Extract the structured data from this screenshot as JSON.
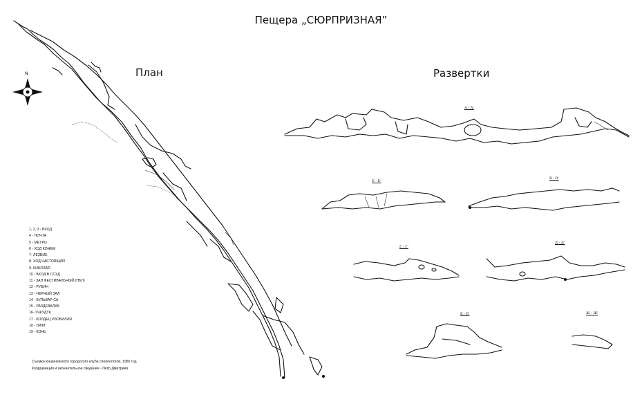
{
  "title": "Пещера „СЮРПРИЗНАЯ”",
  "plan_label": "План",
  "developments_label": "Развертки",
  "north_label": "N",
  "sections": [
    {
      "label": "А - А'"
    },
    {
      "label": "Б - Б'"
    },
    {
      "label": "В - В'"
    },
    {
      "label": "Г - Г'"
    },
    {
      "label": "Д - Д'"
    },
    {
      "label": "Е - Е'"
    },
    {
      "label": "Ж - Ж'"
    }
  ],
  "legend": [
    "1, 2, 3 - ВХОД",
    "4 - ПОЧТА",
    "5 - МЕТРО",
    "6 - ХОД КОНЕМ",
    "7- ЛЕЗВИЕ",
    "8- ХОД НАСТОЯЩИЙ",
    "9- КИНОЗАЛ",
    "10 - ВХОД В ССХД",
    "11 - ЗАЛ ФЕСТИВАЛЬНЫЙ (ПБЛ)",
    "12 - РУБИН",
    "13 - ЧЕРНЫЙ ЗАЛ",
    "14 - БУЛЬВАР СА",
    "15 - РАЗДЕВАЛКА",
    "16- УЧКУДУК",
    "17 - КОЛДЕЦ ИЗОБИЛИЯ",
    "18 - ЛИФТ",
    "19 - КОНЬ"
  ],
  "credits": [
    "Съемка Кишиневского городского клуба спелеологов, 1985 год",
    "Координация и окончательное сведение - Петр Дмитриев"
  ]
}
